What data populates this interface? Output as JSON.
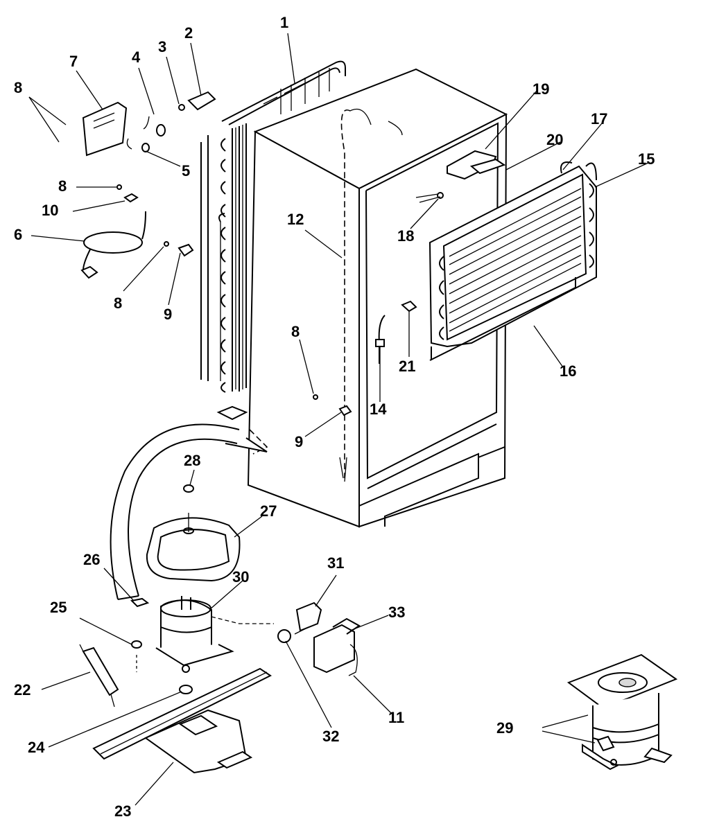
{
  "callouts": [
    {
      "id": "c1",
      "text": "1"
    },
    {
      "id": "c2",
      "text": "2"
    },
    {
      "id": "c3",
      "text": "3"
    },
    {
      "id": "c4",
      "text": "4"
    },
    {
      "id": "c5",
      "text": "5"
    },
    {
      "id": "c6",
      "text": "6"
    },
    {
      "id": "c7",
      "text": "7"
    },
    {
      "id": "c8a",
      "text": "8"
    },
    {
      "id": "c8b",
      "text": "8"
    },
    {
      "id": "c8c",
      "text": "8"
    },
    {
      "id": "c8d",
      "text": "8"
    },
    {
      "id": "c9a",
      "text": "9"
    },
    {
      "id": "c9b",
      "text": "9"
    },
    {
      "id": "c10",
      "text": "10"
    },
    {
      "id": "c11",
      "text": "11"
    },
    {
      "id": "c12",
      "text": "12"
    },
    {
      "id": "c14",
      "text": "14"
    },
    {
      "id": "c15",
      "text": "15"
    },
    {
      "id": "c16",
      "text": "16"
    },
    {
      "id": "c17",
      "text": "17"
    },
    {
      "id": "c18",
      "text": "18"
    },
    {
      "id": "c19",
      "text": "19"
    },
    {
      "id": "c20",
      "text": "20"
    },
    {
      "id": "c21",
      "text": "21"
    },
    {
      "id": "c22",
      "text": "22"
    },
    {
      "id": "c23",
      "text": "23"
    },
    {
      "id": "c24",
      "text": "24"
    },
    {
      "id": "c25",
      "text": "25"
    },
    {
      "id": "c26",
      "text": "26"
    },
    {
      "id": "c27",
      "text": "27"
    },
    {
      "id": "c28",
      "text": "28"
    },
    {
      "id": "c29",
      "text": "29"
    },
    {
      "id": "c30",
      "text": "30"
    },
    {
      "id": "c31",
      "text": "31"
    },
    {
      "id": "c32",
      "text": "32"
    },
    {
      "id": "c33",
      "text": "33"
    }
  ]
}
